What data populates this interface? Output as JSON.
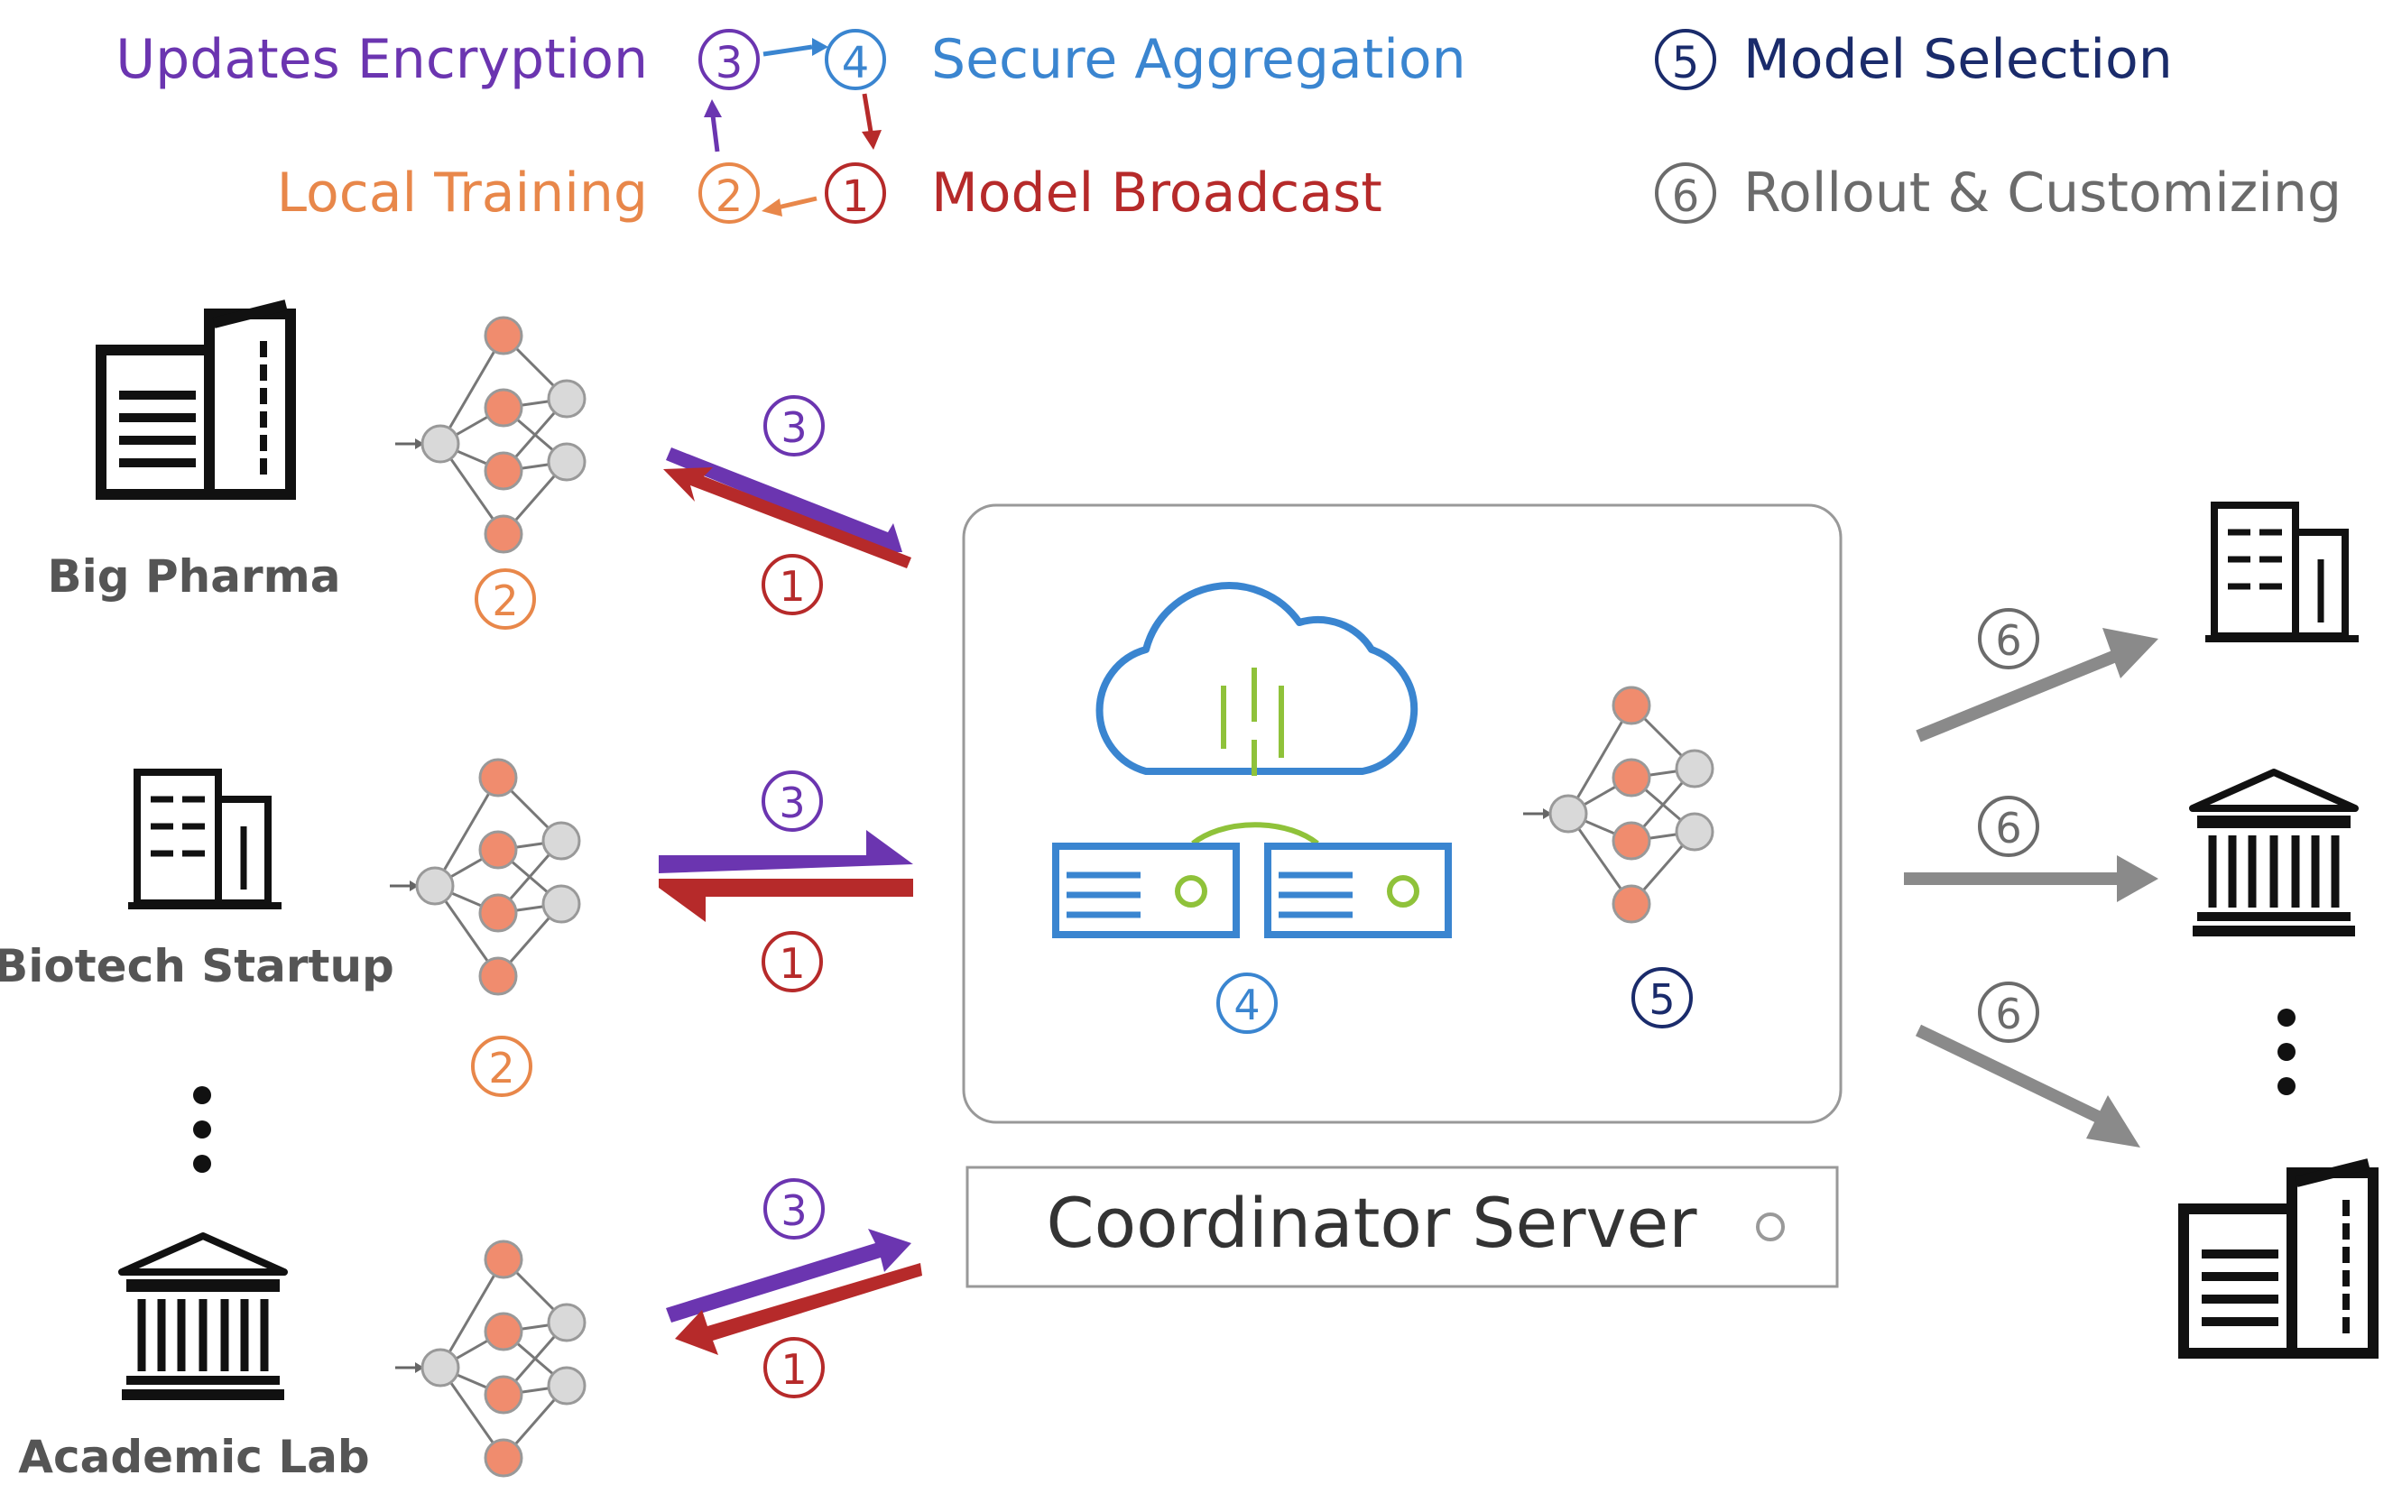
{
  "legend": {
    "updates_encryption": "Updates Encryption",
    "secure_aggregation": "Secure Aggregation",
    "local_training": "Local Training",
    "model_broadcast": "Model Broadcast",
    "model_selection": "Model Selection",
    "rollout_customizing": "Rollout & Customizing",
    "step1": "1",
    "step2": "2",
    "step3": "3",
    "step4": "4",
    "step5": "5",
    "step6": "6"
  },
  "clients": {
    "big_pharma": "Big Pharma",
    "biotech_startup": "Biotech Startup",
    "academic_lab": "Academic Lab"
  },
  "coordinator": {
    "label": "Coordinator Server"
  },
  "colors": {
    "purple": "#6b35b0",
    "blue": "#3a85d0",
    "orange": "#e8874a",
    "red": "#b62a2a",
    "navy": "#1a2b6b",
    "gray": "#6b6b6b",
    "green": "#8fc23a",
    "node_fill": "#f08c6e",
    "node_gray": "#d9d9d9"
  }
}
